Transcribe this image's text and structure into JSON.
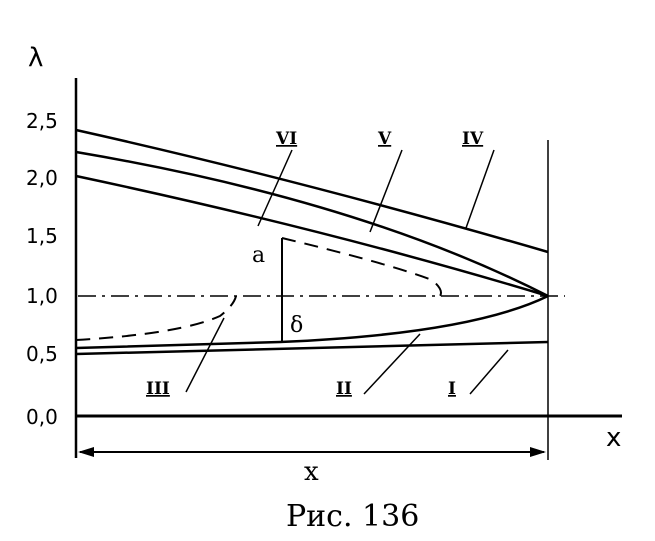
{
  "axes": {
    "y_label": "λ",
    "x_label": "x",
    "y_ticks": [
      "0,0",
      "0,5",
      "1,0",
      "1,5",
      "2,0",
      "2,5"
    ]
  },
  "curves": {
    "I": "I",
    "II": "II",
    "III": "III",
    "IV": "IV",
    "V": "V",
    "VI": "VI"
  },
  "annotations": {
    "a": "a",
    "delta": "δ",
    "dimension": "x"
  },
  "caption": "Рис. 136"
}
